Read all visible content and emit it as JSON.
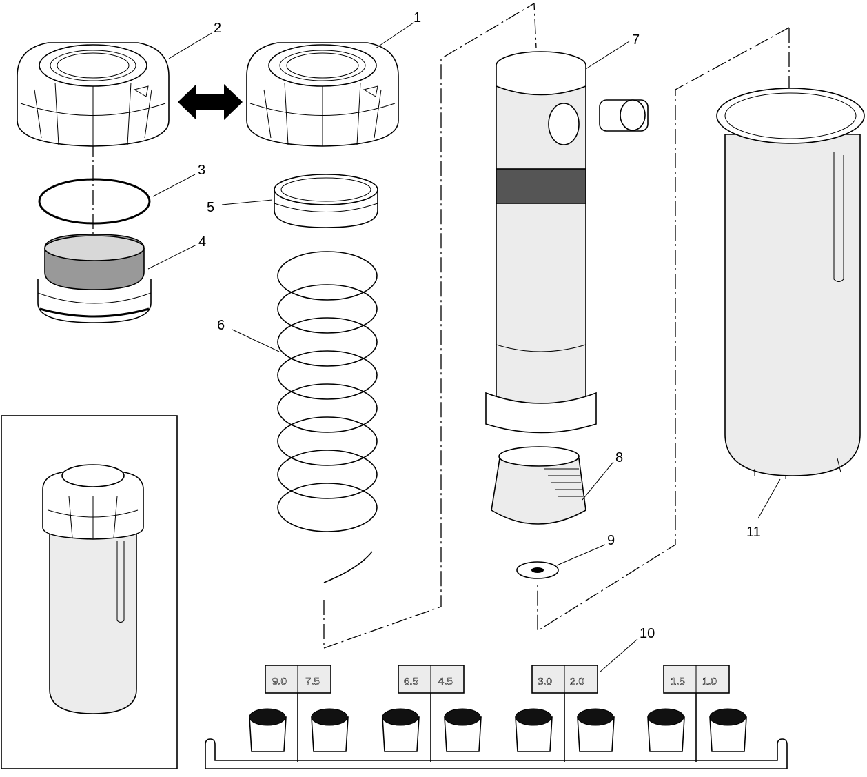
{
  "callouts": [
    {
      "id": "1",
      "label": "1"
    },
    {
      "id": "2",
      "label": "2"
    },
    {
      "id": "3",
      "label": "3"
    },
    {
      "id": "4",
      "label": "4"
    },
    {
      "id": "5",
      "label": "5"
    },
    {
      "id": "6",
      "label": "6"
    },
    {
      "id": "7",
      "label": "7"
    },
    {
      "id": "8",
      "label": "8"
    },
    {
      "id": "9",
      "label": "9"
    },
    {
      "id": "10",
      "label": "10"
    },
    {
      "id": "11",
      "label": "11"
    }
  ],
  "nozzle_tree": {
    "tags": [
      {
        "left": "9.0",
        "right": "7.5"
      },
      {
        "left": "6.5",
        "right": "4.5"
      },
      {
        "left": "3.0",
        "right": "2.0"
      },
      {
        "left": "1.5",
        "right": "1.0"
      }
    ]
  }
}
